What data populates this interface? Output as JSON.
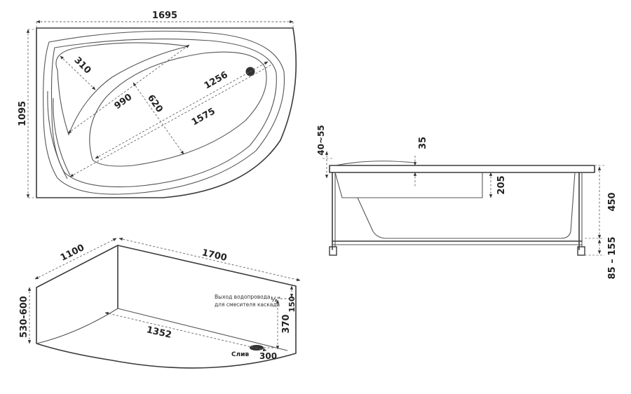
{
  "top_view": {
    "length": "1695",
    "width": "1095",
    "headrest": "310",
    "inner_width": "990",
    "inner_minor": "620",
    "drain_distance": "1256",
    "inner_length": "1575"
  },
  "side_view": {
    "rim_height": "40~55",
    "rim_step": "35",
    "bowl_depth": "205",
    "total_height": "450",
    "legs_adjust": "85 – 155"
  },
  "iso_view": {
    "side_short": "1100",
    "side_long": "1700",
    "height": "530-600",
    "bottom_length": "1352",
    "faucet_height": "370",
    "faucet_offset": "150",
    "drain_offset": "300",
    "faucet_note_line1": "Выход водопровода",
    "faucet_note_line2": "для смесителя каскада",
    "faucet_thread": "½\"",
    "drain_label": "Слив"
  },
  "colors": {
    "line": "#3a3a3a",
    "dimension": "#666666",
    "drain": "#333333"
  }
}
